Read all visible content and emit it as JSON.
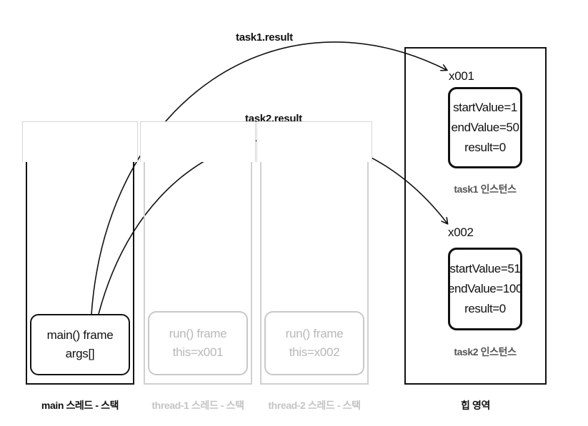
{
  "arrows": {
    "task1_label": "task1.result",
    "task2_label": "task2.result"
  },
  "stacks": [
    {
      "caption": "main 스레드 - 스택",
      "frame_lines": [
        "main() frame",
        "args[]"
      ]
    },
    {
      "caption": "thread-1 스레드 - 스택",
      "frame_lines": [
        "run() frame",
        "this=x001"
      ]
    },
    {
      "caption": "thread-2 스레드 - 스택",
      "frame_lines": [
        "run() frame",
        "this=x002"
      ]
    }
  ],
  "heap": {
    "caption": "힙 영역",
    "instances": [
      {
        "address": "x001",
        "fields": [
          "startValue=1",
          "endValue=50",
          "result=0"
        ],
        "caption": "task1 인스턴스"
      },
      {
        "address": "x002",
        "fields": [
          "startValue=51",
          "endValue=100",
          "result=0"
        ],
        "caption": "task2 인스턴스"
      }
    ]
  },
  "colors": {
    "active": "#111111",
    "inactive": "#c8c8c8",
    "inactive_text": "#b8b8b8"
  }
}
